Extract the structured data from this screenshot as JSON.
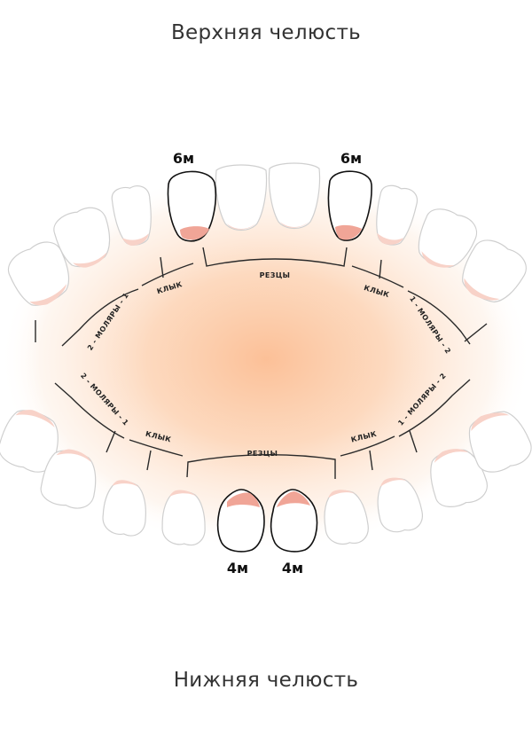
{
  "upper_jaw_title": "Верхняя челюсть",
  "lower_jaw_title": "Нижняя челюсть",
  "upper_groups": {
    "incisors": "РЕЗЦЫ",
    "canine_left": "КЛЫК",
    "canine_right": "КЛЫК",
    "molars_left": "2 - МОЛЯРЫ - 1",
    "molars_right": "1 - МОЛЯРЫ - 2"
  },
  "lower_groups": {
    "incisors": "РЕЗЦЫ",
    "canine_left": "КЛЫК",
    "canine_right": "КЛЫК",
    "molars_left": "2 - МОЛЯРЫ - 1",
    "molars_right": "1 - МОЛЯРЫ - 2"
  },
  "eruption_ages": {
    "upper_left": "6м",
    "upper_right": "6м",
    "lower_left": "4м",
    "lower_right": "4м"
  },
  "colors": {
    "glow": "#fbb98c",
    "gum": "#f0a597",
    "outline": "#111111"
  }
}
